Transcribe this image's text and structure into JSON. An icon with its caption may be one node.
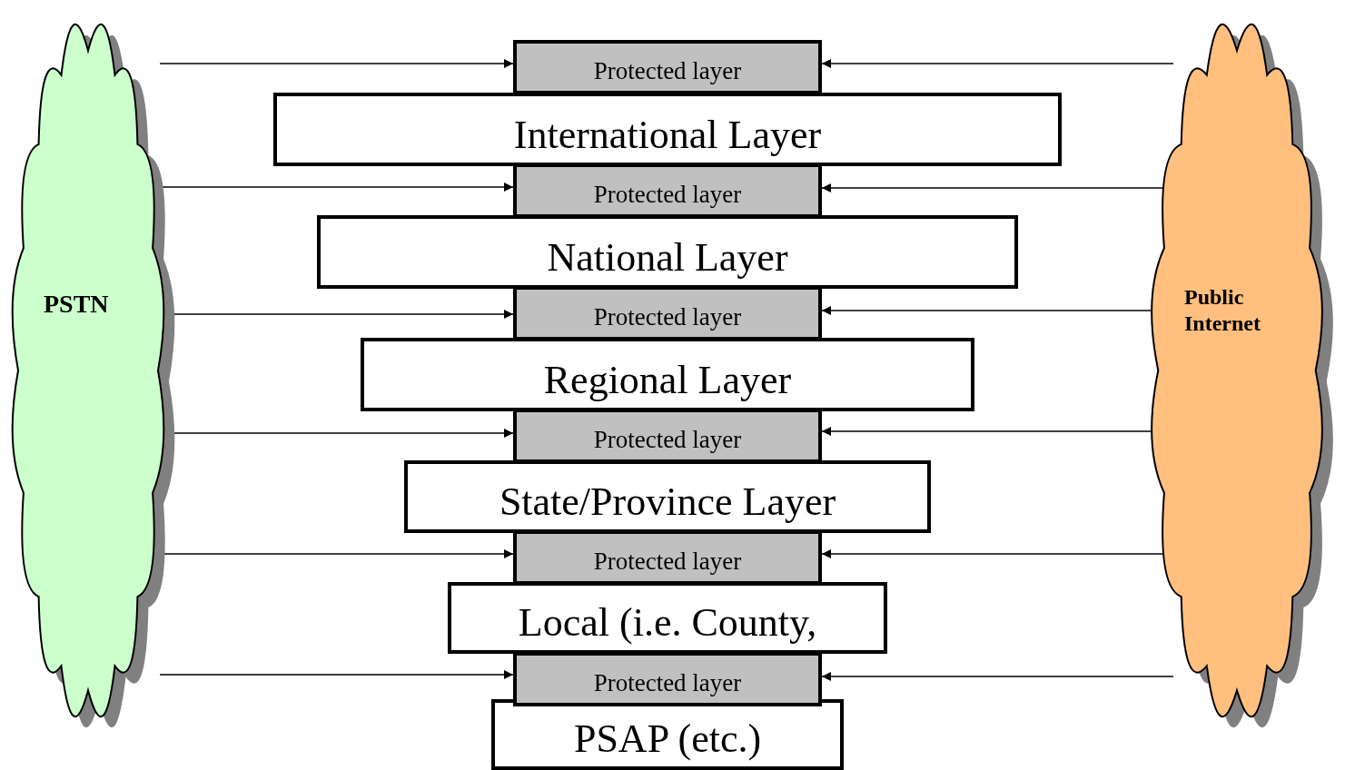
{
  "diagram": {
    "nodes": [
      {
        "text": [
          "PSTN"
        ]
      },
      {
        "text": [
          "Protected layer"
        ]
      },
      {
        "text": [
          "International Layer"
        ]
      },
      {
        "text": [
          "Protected layer"
        ]
      },
      {
        "text": [
          "National Layer"
        ]
      },
      {
        "text": [
          "Protected layer"
        ]
      },
      {
        "text": [
          "Regional Layer"
        ]
      },
      {
        "text": [
          "Protected layer"
        ]
      },
      {
        "text": [
          "State/Province Layer"
        ]
      },
      {
        "text": [
          "Protected layer"
        ]
      },
      {
        "text": [
          "Local (i.e. County,"
        ]
      },
      {
        "text": [
          "Protected layer"
        ]
      },
      {
        "text": [
          "PSAP (etc.)"
        ]
      },
      {
        "text": [
          "Public Internet"
        ]
      }
    ],
    "edges": [
      {
        "from": 0,
        "to": 1,
        "arrow": "to"
      },
      {
        "from": 13,
        "to": 1,
        "arrow": "to"
      },
      {
        "from": 0,
        "to": 3,
        "arrow": "to"
      },
      {
        "from": 13,
        "to": 3,
        "arrow": "to"
      },
      {
        "from": 0,
        "to": 5,
        "arrow": "to"
      },
      {
        "from": 13,
        "to": 5,
        "arrow": "to"
      },
      {
        "from": 0,
        "to": 7,
        "arrow": "to"
      },
      {
        "from": 13,
        "to": 7,
        "arrow": "to"
      },
      {
        "from": 0,
        "to": 9,
        "arrow": "to"
      },
      {
        "from": 13,
        "to": 9,
        "arrow": "to"
      },
      {
        "from": 0,
        "to": 11,
        "arrow": "to"
      },
      {
        "from": 13,
        "to": 11,
        "arrow": "to"
      }
    ]
  }
}
